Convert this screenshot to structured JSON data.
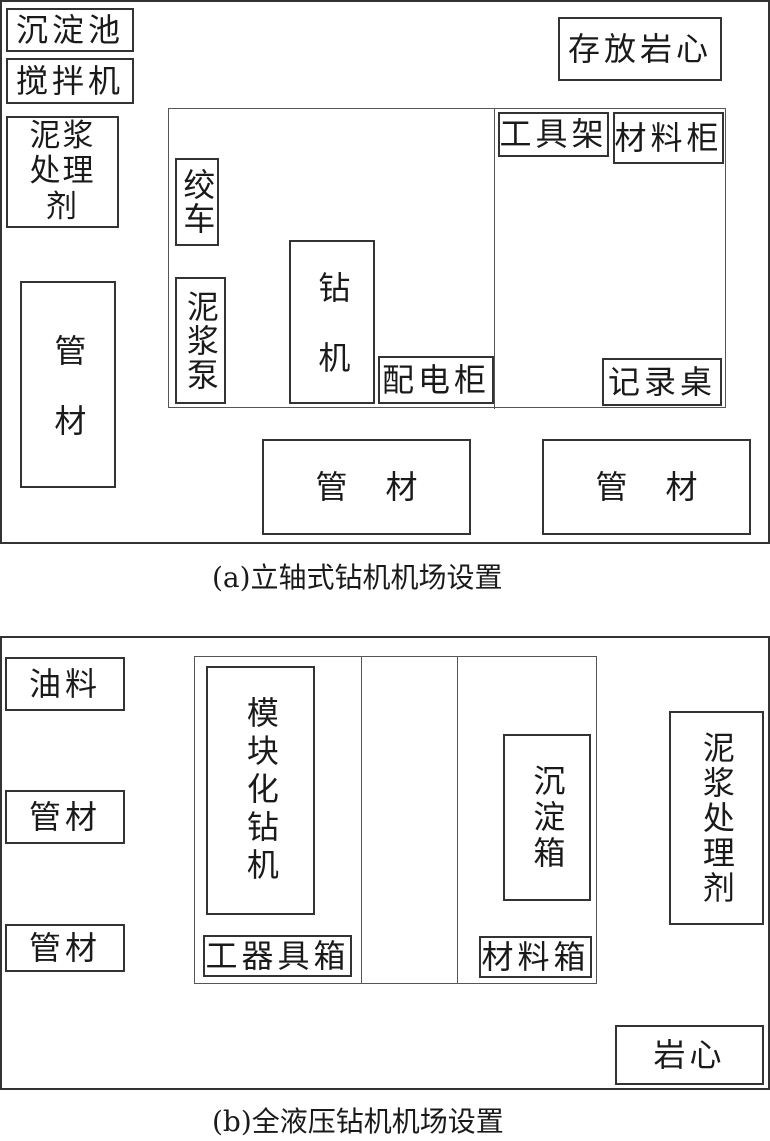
{
  "diagram_a": {
    "caption": "(a)立轴式钻机机场设置",
    "labels": {
      "sedimentation_tank": "沉淀池",
      "mixer": "搅拌机",
      "mud_treatment": "泥浆处理剂",
      "core_storage": "存放岩心",
      "tool_rack": "工具架",
      "material_cabinet": "材料柜",
      "winch": "绞车",
      "mud_pump": "泥浆泵",
      "drill": "钻机",
      "distribution_cabinet": "配电柜",
      "record_table": "记录桌",
      "pipe_left": "管材",
      "pipe_bottom_mid": "管材",
      "pipe_bottom_right": "管材"
    }
  },
  "diagram_b": {
    "caption": "(b)全液压钻机机场设置",
    "labels": {
      "oil": "油料",
      "pipe_1": "管材",
      "pipe_2": "管材",
      "modular_drill": "模块化钻机",
      "toolbox": "工器具箱",
      "sedimentation_box": "沉淀箱",
      "material_box": "材料箱",
      "mud_treatment": "泥浆处理剂",
      "core": "岩心"
    }
  }
}
